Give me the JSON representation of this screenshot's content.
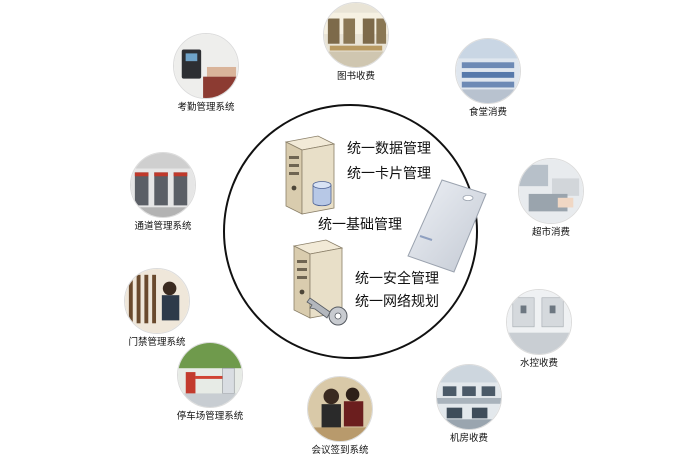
{
  "center": {
    "lines": {
      "data_mgmt": "统一数据管理",
      "card_mgmt": "统一卡片管理",
      "base_mgmt": "统一基础管理",
      "security_mgmt": "统一安全管理",
      "network_plan": "统一网络规划"
    }
  },
  "nodes": {
    "library": "图书收费",
    "canteen": "食堂消费",
    "supermarket": "超市消费",
    "water": "水控收费",
    "computer_room": "机房收费",
    "meeting": "会议签到系统",
    "parking": "停车场管理系统",
    "door": "门禁管理系统",
    "channel": "通道管理系统",
    "attendance": "考勤管理系统"
  },
  "icons": {
    "server_top": "server-icon",
    "server_bottom": "server-icon",
    "database": "database-icon",
    "key": "key-icon",
    "card": "rfid-card-icon"
  }
}
